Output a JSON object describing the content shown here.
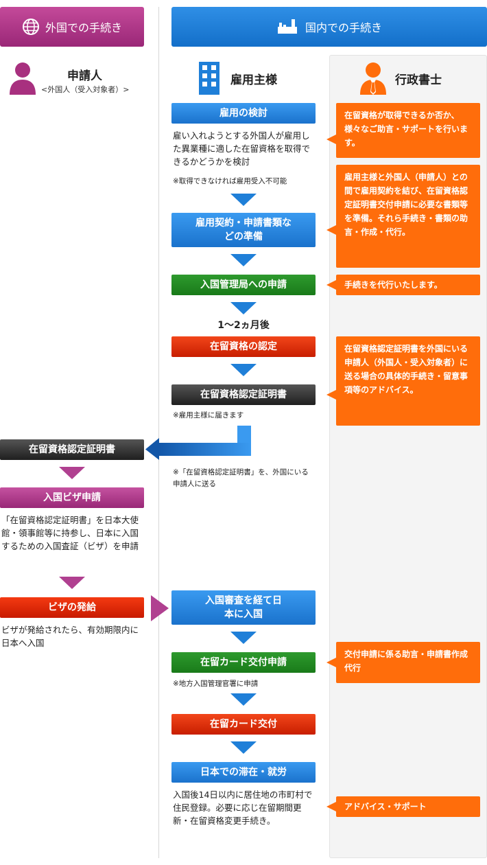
{
  "headers": {
    "abroad": "外国での手続き",
    "domestic": "国内での手続き"
  },
  "roles": {
    "applicant": {
      "name": "申請人",
      "sub": "<外国人（受入対象者）>"
    },
    "employer": {
      "name": "雇用主様"
    },
    "gyousei": {
      "name": "行政書士"
    }
  },
  "employer_steps": [
    {
      "label": "雇用の検討",
      "desc": "雇い入れようとする外国人が雇用した異業種に適した在留資格を取得できるかどうかを検討",
      "note": "※取得できなければ雇用受入不可能"
    },
    {
      "label": "雇用契約・申請書類などの準備"
    },
    {
      "label": "入国管理局への申請"
    },
    {
      "label": "在留資格の認定"
    },
    {
      "label": "在留資格認定証明書",
      "note": "※雇用主様に届きます"
    },
    {
      "label": "入国審査を経て日本に入国"
    },
    {
      "label": "在留カード交付申請",
      "note": "※地方入国管理官署に申請"
    },
    {
      "label": "在留カード交付"
    },
    {
      "label": "日本での滞在・就労",
      "desc": "入国後14日以内に居住地の市町村で住民登録。必要に応じ在留期間更新・在留資格変更手続き。"
    }
  ],
  "mid_text": "1〜2ヵ月後",
  "send_note": "※「在留資格認定証明書」を、外国にいる申請人に送る",
  "applicant_steps": [
    {
      "label": "在留資格認定証明書"
    },
    {
      "label": "入国ビザ申請",
      "desc": "「在留資格認定証明書」を日本大使館・領事館等に持参し、日本に入国するための入国査証（ビザ）を申請"
    },
    {
      "label": "ビザの発給",
      "desc": "ビザが発給されたら、有効期限内に日本へ入国"
    }
  ],
  "gyousei_boxes": [
    "在留資格が取得できるか否か、様々なご助言・サポートを行います。",
    "雇用主様と外国人（申請人）との間で雇用契約を結び、在留資格認定証明書交付申請に必要な書類等を準備。それら手続き・書類の助言・作成・代行。",
    "手続きを代行いたします。",
    "在留資格認定証明書を外国にいる申請人（外国人・受入対象者）に送る場合の具体的手続き・留意事項等のアドバイス。",
    "交付申請に係る助言・申請書作成代行",
    "アドバイス・サポート"
  ],
  "colors": {
    "pink": "#a8307f",
    "blue": "#1f7fd8",
    "green": "#228b22",
    "red": "#e22d00",
    "dark": "#333333",
    "orange": "#ff6d0b"
  }
}
